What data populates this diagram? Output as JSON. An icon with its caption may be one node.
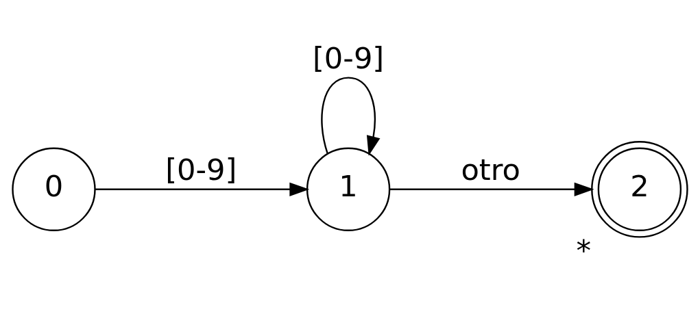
{
  "diagram": {
    "nodes": [
      {
        "text": [
          "0"
        ]
      },
      {
        "text": [
          "1"
        ]
      },
      {
        "text": [
          "2"
        ],
        "beside": [
          "*"
        ]
      }
    ],
    "edges": [
      {
        "from": 0,
        "to": 1,
        "arrow": "to",
        "label": "[0-9]"
      },
      {
        "from": 1,
        "to": 1,
        "arrow": "to",
        "label": "[0-9]"
      },
      {
        "from": 1,
        "to": 2,
        "arrow": "to",
        "label": "otro"
      }
    ]
  }
}
